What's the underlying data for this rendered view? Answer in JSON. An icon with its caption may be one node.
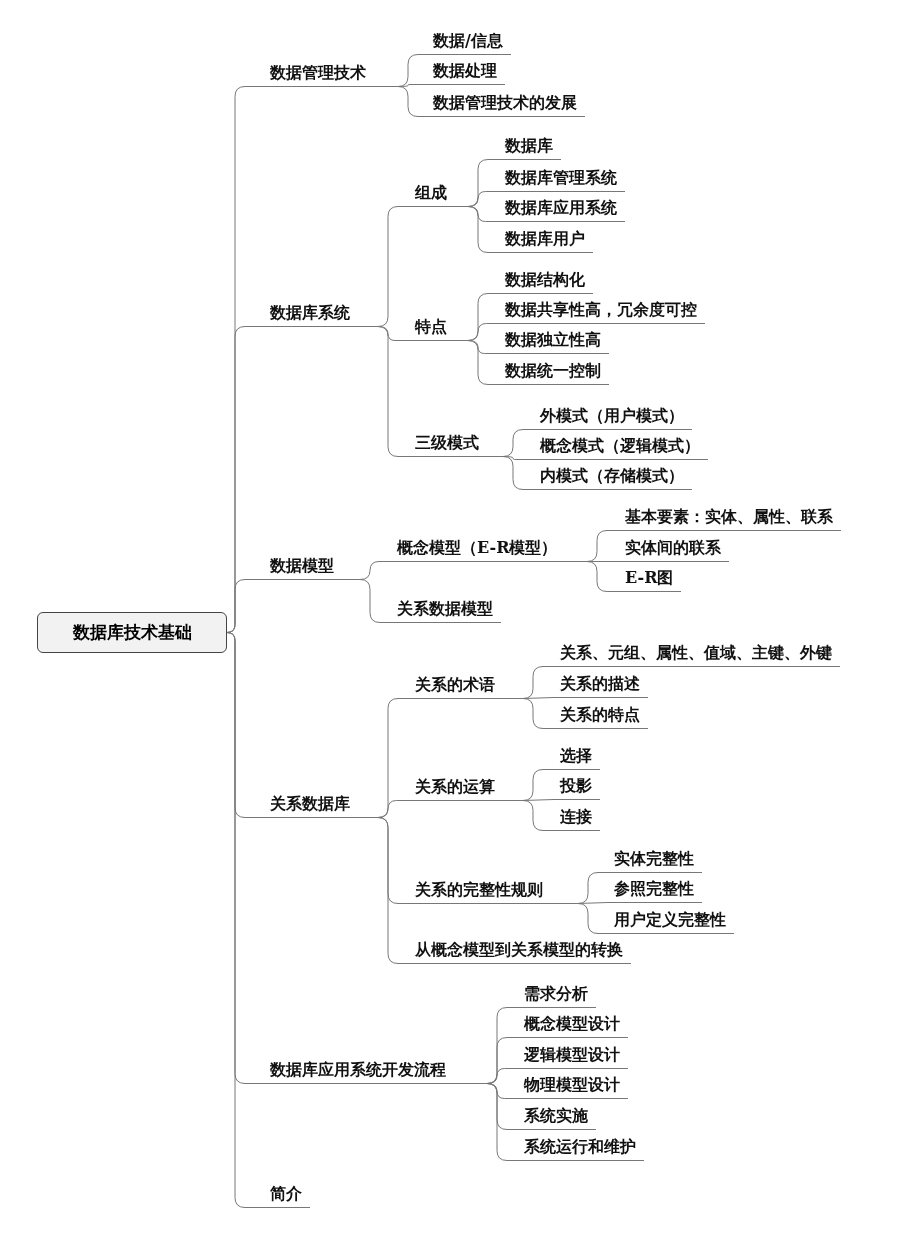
{
  "diagram": {
    "nodes": [
      {
        "text": [
          "数据库技术基础"
        ]
      },
      {
        "text": [
          "数据管理技术"
        ]
      },
      {
        "text": [
          "数据/信息"
        ]
      },
      {
        "text": [
          "数据处理"
        ]
      },
      {
        "text": [
          "数据管理技术的发展"
        ]
      },
      {
        "text": [
          "数据库系统"
        ]
      },
      {
        "text": [
          "组成"
        ]
      },
      {
        "text": [
          "数据库"
        ]
      },
      {
        "text": [
          "数据库管理系统"
        ]
      },
      {
        "text": [
          "数据库应用系统"
        ]
      },
      {
        "text": [
          "数据库用户"
        ]
      },
      {
        "text": [
          "特点"
        ]
      },
      {
        "text": [
          "数据结构化"
        ]
      },
      {
        "text": [
          "数据共享性高，冗余度可控"
        ]
      },
      {
        "text": [
          "数据独立性高"
        ]
      },
      {
        "text": [
          "数据统一控制"
        ]
      },
      {
        "text": [
          "三级模式"
        ]
      },
      {
        "text": [
          "外模式（用户模式）"
        ]
      },
      {
        "text": [
          "概念模式（逻辑模式）"
        ]
      },
      {
        "text": [
          "内模式（存储模式）"
        ]
      },
      {
        "text": [
          "数据模型"
        ]
      },
      {
        "text": [
          "概念模型（E-R模型）"
        ]
      },
      {
        "text": [
          "基本要素：实体、属性、联系"
        ]
      },
      {
        "text": [
          "实体间的联系"
        ]
      },
      {
        "text": [
          "E-R图"
        ]
      },
      {
        "text": [
          "关系数据模型"
        ]
      },
      {
        "text": [
          "关系数据库"
        ]
      },
      {
        "text": [
          "关系的术语"
        ]
      },
      {
        "text": [
          "关系、元组、属性、值域、主键、外键"
        ]
      },
      {
        "text": [
          "关系的描述"
        ]
      },
      {
        "text": [
          "关系的特点"
        ]
      },
      {
        "text": [
          "关系的运算"
        ]
      },
      {
        "text": [
          "选择"
        ]
      },
      {
        "text": [
          "投影"
        ]
      },
      {
        "text": [
          "连接"
        ]
      },
      {
        "text": [
          "关系的完整性规则"
        ]
      },
      {
        "text": [
          "实体完整性"
        ]
      },
      {
        "text": [
          "参照完整性"
        ]
      },
      {
        "text": [
          "用户定义完整性"
        ]
      },
      {
        "text": [
          "从概念模型到关系模型的转换"
        ]
      },
      {
        "text": [
          "数据库应用系统开发流程"
        ]
      },
      {
        "text": [
          "需求分析"
        ]
      },
      {
        "text": [
          "概念模型设计"
        ]
      },
      {
        "text": [
          "逻辑模型设计"
        ]
      },
      {
        "text": [
          "物理模型设计"
        ]
      },
      {
        "text": [
          "系统实施"
        ]
      },
      {
        "text": [
          "系统运行和维护"
        ]
      },
      {
        "text": [
          "简介"
        ]
      }
    ],
    "edges": [
      {
        "from": 0,
        "to": 1,
        "arrow": "none"
      },
      {
        "from": 0,
        "to": 5,
        "arrow": "none"
      },
      {
        "from": 0,
        "to": 20,
        "arrow": "none"
      },
      {
        "from": 0,
        "to": 26,
        "arrow": "none"
      },
      {
        "from": 0,
        "to": 40,
        "arrow": "none"
      },
      {
        "from": 0,
        "to": 47,
        "arrow": "none"
      },
      {
        "from": 1,
        "to": 2,
        "arrow": "none"
      },
      {
        "from": 1,
        "to": 3,
        "arrow": "none"
      },
      {
        "from": 1,
        "to": 4,
        "arrow": "none"
      },
      {
        "from": 5,
        "to": 6,
        "arrow": "none"
      },
      {
        "from": 5,
        "to": 11,
        "arrow": "none"
      },
      {
        "from": 5,
        "to": 16,
        "arrow": "none"
      },
      {
        "from": 6,
        "to": 7,
        "arrow": "none"
      },
      {
        "from": 6,
        "to": 8,
        "arrow": "none"
      },
      {
        "from": 6,
        "to": 9,
        "arrow": "none"
      },
      {
        "from": 6,
        "to": 10,
        "arrow": "none"
      },
      {
        "from": 11,
        "to": 12,
        "arrow": "none"
      },
      {
        "from": 11,
        "to": 13,
        "arrow": "none"
      },
      {
        "from": 11,
        "to": 14,
        "arrow": "none"
      },
      {
        "from": 11,
        "to": 15,
        "arrow": "none"
      },
      {
        "from": 16,
        "to": 17,
        "arrow": "none"
      },
      {
        "from": 16,
        "to": 18,
        "arrow": "none"
      },
      {
        "from": 16,
        "to": 19,
        "arrow": "none"
      },
      {
        "from": 20,
        "to": 21,
        "arrow": "none"
      },
      {
        "from": 20,
        "to": 25,
        "arrow": "none"
      },
      {
        "from": 21,
        "to": 22,
        "arrow": "none"
      },
      {
        "from": 21,
        "to": 23,
        "arrow": "none"
      },
      {
        "from": 21,
        "to": 24,
        "arrow": "none"
      },
      {
        "from": 26,
        "to": 27,
        "arrow": "none"
      },
      {
        "from": 26,
        "to": 31,
        "arrow": "none"
      },
      {
        "from": 26,
        "to": 35,
        "arrow": "none"
      },
      {
        "from": 26,
        "to": 39,
        "arrow": "none"
      },
      {
        "from": 27,
        "to": 28,
        "arrow": "none"
      },
      {
        "from": 27,
        "to": 29,
        "arrow": "none"
      },
      {
        "from": 27,
        "to": 30,
        "arrow": "none"
      },
      {
        "from": 31,
        "to": 32,
        "arrow": "none"
      },
      {
        "from": 31,
        "to": 33,
        "arrow": "none"
      },
      {
        "from": 31,
        "to": 34,
        "arrow": "none"
      },
      {
        "from": 35,
        "to": 36,
        "arrow": "none"
      },
      {
        "from": 35,
        "to": 37,
        "arrow": "none"
      },
      {
        "from": 35,
        "to": 38,
        "arrow": "none"
      },
      {
        "from": 40,
        "to": 41,
        "arrow": "none"
      },
      {
        "from": 40,
        "to": 42,
        "arrow": "none"
      },
      {
        "from": 40,
        "to": 43,
        "arrow": "none"
      },
      {
        "from": 40,
        "to": 44,
        "arrow": "none"
      },
      {
        "from": 40,
        "to": 45,
        "arrow": "none"
      },
      {
        "from": 40,
        "to": 46,
        "arrow": "none"
      }
    ]
  }
}
